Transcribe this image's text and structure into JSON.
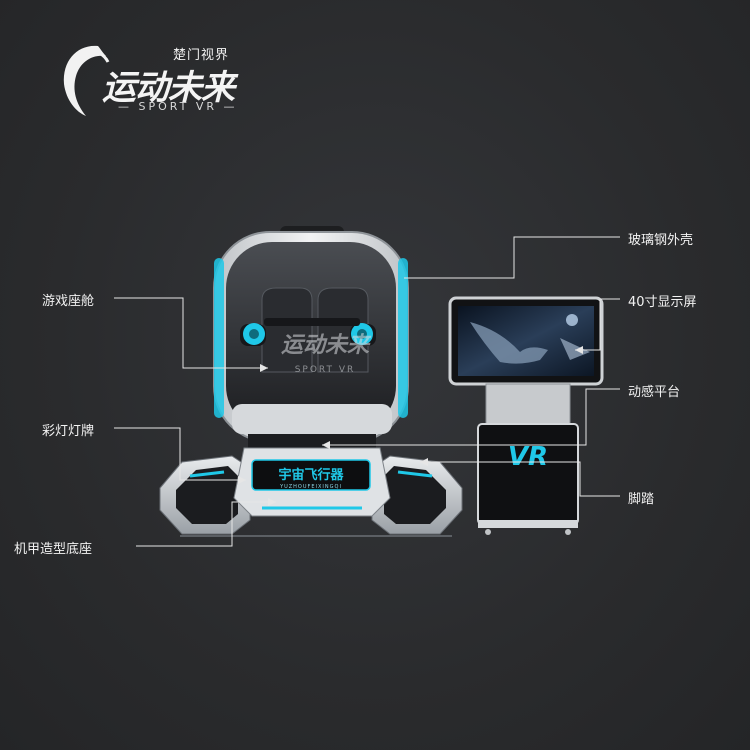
{
  "brand": {
    "sub_title": "楚门视界",
    "main_title": "运动未来",
    "tagline": "— SPORT VR —",
    "cabin_watermark": "运动未来",
    "cabin_watermark_tag": "SPORT VR",
    "base_plate_title": "宇宙飞行器",
    "base_plate_sub": "YUZHOUFEIXINGQI",
    "stand_logo": "VR"
  },
  "callouts": {
    "glass_shell": "玻璃钢外壳",
    "game_cabin": "游戏座舱",
    "display_screen": "40寸显示屏",
    "motion_platform": "动感平台",
    "light_sign": "彩灯灯牌",
    "footrest": "脚踏",
    "mech_base": "机甲造型底座"
  },
  "colors": {
    "background": "#2a2b2d",
    "accent_cyan": "#1fc8e8",
    "shell_white": "#e8eaec",
    "shell_dark": "#1a1b1d",
    "leader_line": "#e6e6e6"
  }
}
